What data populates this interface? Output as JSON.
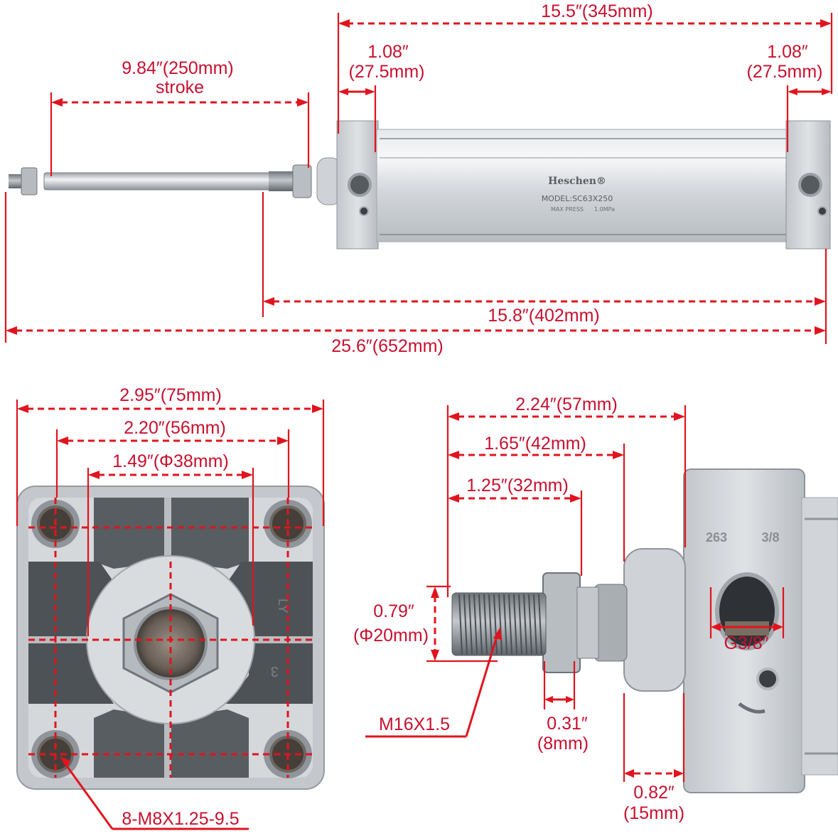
{
  "product": {
    "brand": "Heschen®",
    "model": "MODEL:SC63X250",
    "pressure_label": "MAX PRESS",
    "pressure_value": "1.0MPa",
    "port_mark_left": "263",
    "port_mark_right": "3/8",
    "mark_ly": "LY",
    "mark_3": "3"
  },
  "side_view": {
    "overall_body": "15.5″(345mm)",
    "left_cap_in": "1.08″",
    "left_cap_mm": "(27.5mm)",
    "right_cap_in": "1.08″",
    "right_cap_mm": "(27.5mm)",
    "stroke_value": "9.84″(250mm)",
    "stroke_word": "stroke",
    "body_with_nut": "15.8″(402mm)",
    "overall_length": "25.6″(652mm)"
  },
  "end_view": {
    "width_outer": "2.95″(75mm)",
    "hole_spacing": "2.20″(56mm)",
    "boss_diameter": "1.49″(Φ38mm)",
    "screw_spec": "8-M8X1.25-9.5"
  },
  "rod_view": {
    "len_total": "2.24″(57mm)",
    "len_mid": "1.65″(42mm)",
    "len_thread": "1.25″(32mm)",
    "boss_dia_in": "0.79″",
    "boss_dia_mm": "(Φ20mm)",
    "thread_spec": "M16X1.5",
    "nut_in": "0.31″",
    "nut_mm": "(8mm)",
    "port_thread": "G3/8″",
    "boss_len_in": "0.82″",
    "boss_len_mm": "(15mm)"
  },
  "colors": {
    "dimension_red": "#e0141e",
    "aluminum": "#c9cdd1",
    "dark_aluminum": "#7d838a"
  }
}
